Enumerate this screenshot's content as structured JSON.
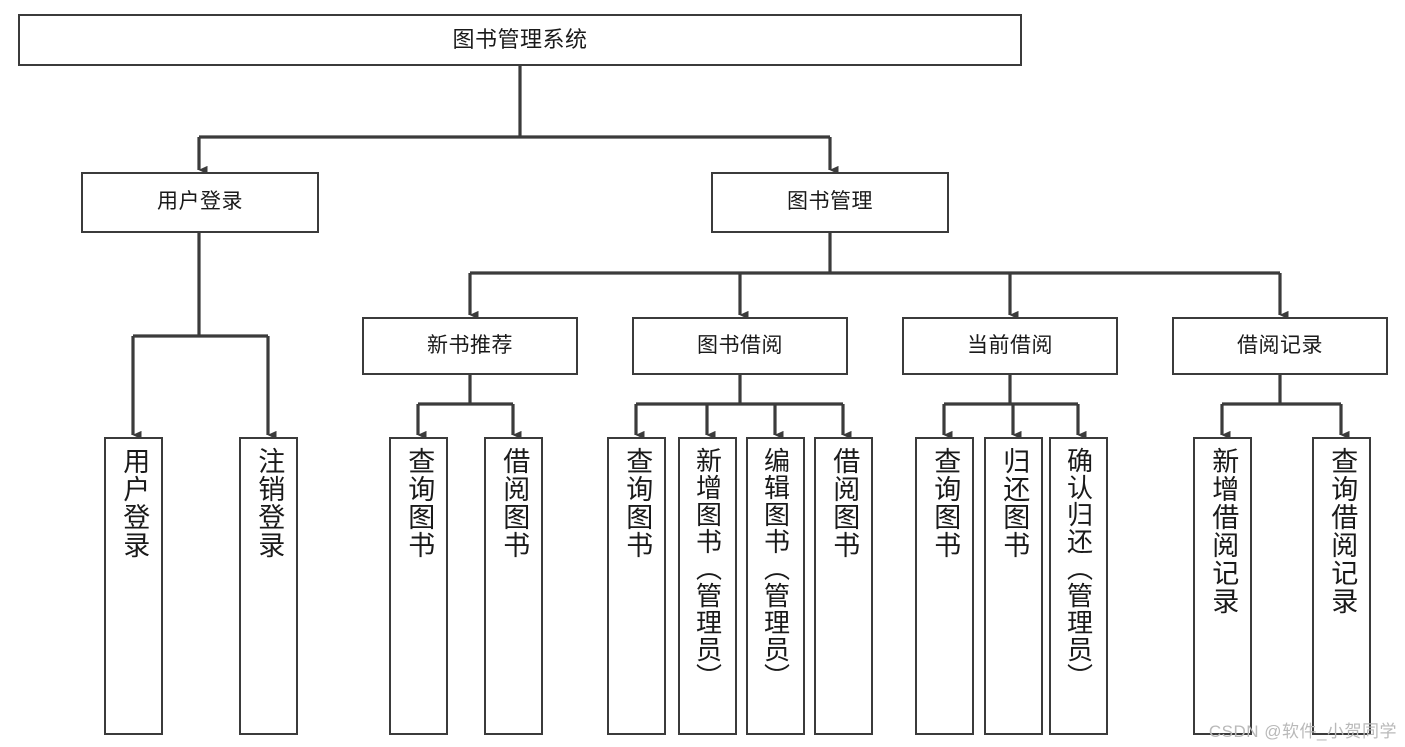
{
  "diagram": {
    "title": "图书管理系统",
    "type": "tree-hierarchy-chart",
    "background_color": "#ffffff",
    "line_color": "#3b3b3b",
    "text_color": "#1a1a1a"
  },
  "root": {
    "label": "图书管理系统"
  },
  "level2": [
    {
      "label": "用户登录"
    },
    {
      "label": "图书管理"
    }
  ],
  "level3": [
    {
      "label": "新书推荐"
    },
    {
      "label": "图书借阅"
    },
    {
      "label": "当前借阅"
    },
    {
      "label": "借阅记录"
    }
  ],
  "leaves": {
    "user_login": [
      {
        "label": "用户登录"
      },
      {
        "label": "注销登录"
      }
    ],
    "new_book": [
      {
        "label": "查询图书"
      },
      {
        "label": "借阅图书"
      }
    ],
    "book_borrow": [
      {
        "label": "查询图书"
      },
      {
        "label": "新增图书（管理员）"
      },
      {
        "label": "编辑图书（管理员）"
      },
      {
        "label": "借阅图书"
      }
    ],
    "current_borrow": [
      {
        "label": "查询图书"
      },
      {
        "label": "归还图书"
      },
      {
        "label": "确认归还（管理员）"
      }
    ],
    "borrow_record": [
      {
        "label": "新增借阅记录"
      },
      {
        "label": "查询借阅记录"
      }
    ]
  },
  "watermark": {
    "text": "CSDN @软件_小贺同学"
  }
}
